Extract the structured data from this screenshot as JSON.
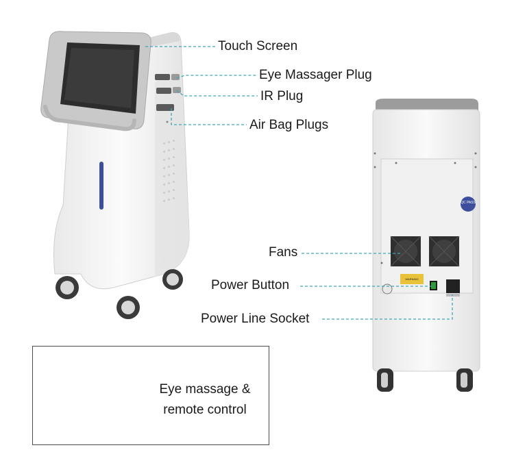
{
  "callouts": {
    "touch_screen": "Touch Screen",
    "eye_massager_plug": "Eye Massager Plug",
    "ir_plug": "IR Plug",
    "air_bag_plugs": "Air Bag Plugs",
    "fans": "Fans",
    "power_button": "Power Button",
    "power_line_socket": "Power Line Socket"
  },
  "inset": {
    "line1": "Eye massage &",
    "line2": "remote control"
  },
  "device_badges": {
    "qc": "QC PASS",
    "warning": "WARNING"
  },
  "colors": {
    "leader_line": "#3aa6b9",
    "body": "#f2f2f2",
    "screen": "#2d2d2d",
    "accent_strip": "#3d4f9c"
  }
}
